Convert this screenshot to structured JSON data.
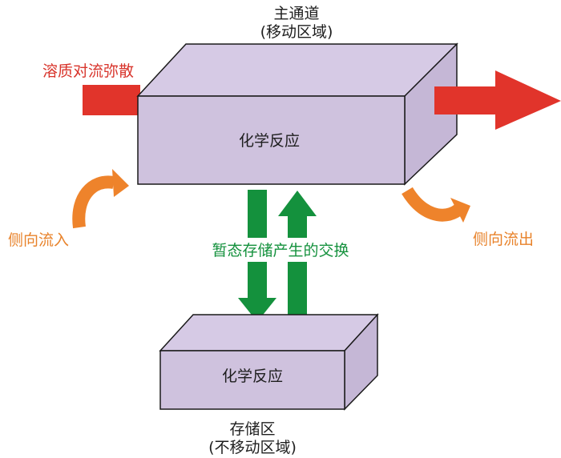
{
  "main_channel": {
    "title": "主通道",
    "subtitle": "(移动区域)",
    "box_label": "化学反应"
  },
  "storage_zone": {
    "title": "存储区",
    "subtitle": "(不移动区域)",
    "box_label": "化学反应"
  },
  "solute_transport_label": "溶质对流弥散",
  "lateral_inflow_label": "侧向流入",
  "lateral_outflow_label": "侧向流出",
  "exchange_label": "暂态存储产生的交换",
  "colors": {
    "box_front": "#cfc2de",
    "box_top": "#d6cae5",
    "box_side": "#c5b7d6",
    "box_edge": "#1a1a1a",
    "red_arrow": "#e1342b",
    "orange_arrow": "#ee832b",
    "green_arrow": "#14913d",
    "text_dark": "#1e1e1e",
    "text_red": "#d8342b",
    "text_orange": "#e8822a",
    "text_green": "#14913d"
  }
}
